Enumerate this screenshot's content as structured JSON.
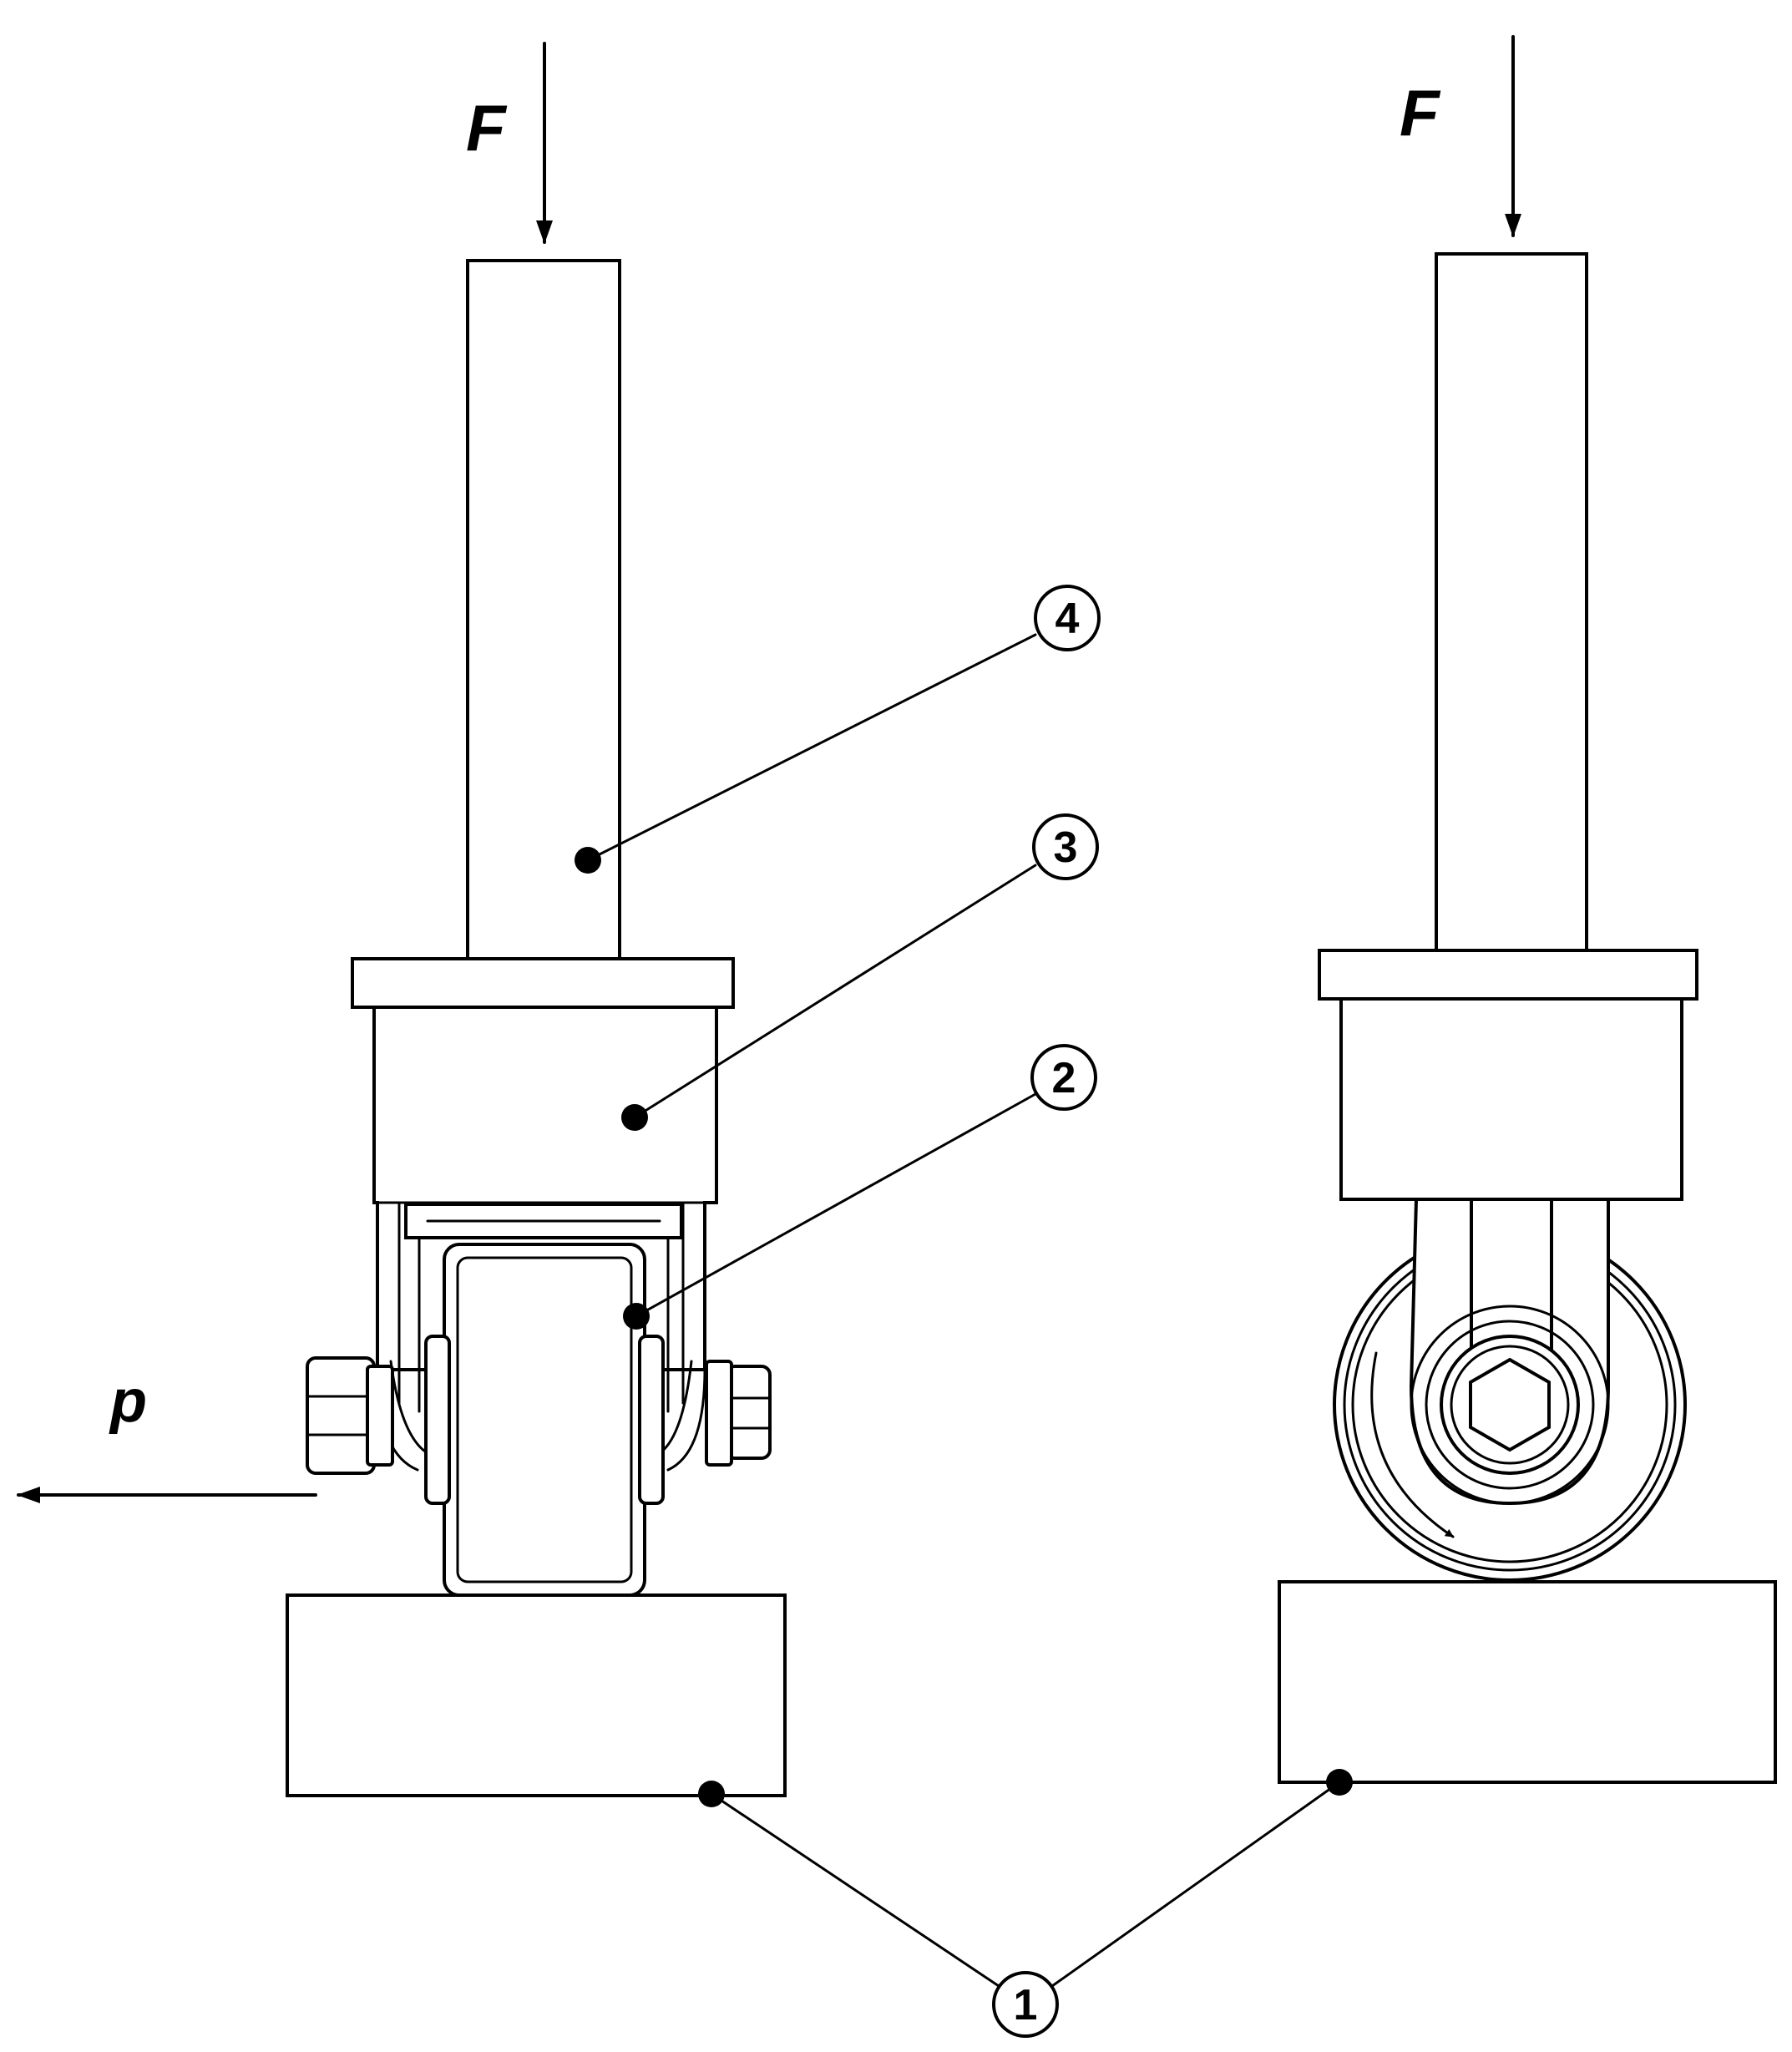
{
  "labels": {
    "force_left": "F",
    "force_right": "F",
    "pull": "p",
    "callout_1": "1",
    "callout_2": "2",
    "callout_3": "3",
    "callout_4": "4"
  },
  "colors": {
    "line": "#000000",
    "background": "#ffffff"
  }
}
